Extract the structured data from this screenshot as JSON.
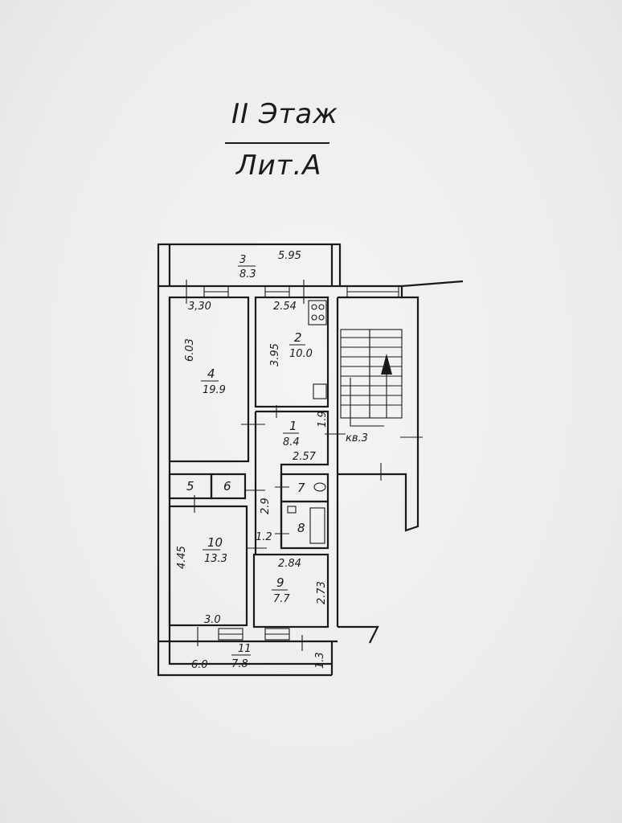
{
  "header": {
    "floor": "II Этаж",
    "lit": "Лит.А"
  },
  "rooms": [
    {
      "id": "r3",
      "number": "3",
      "area": "8.3",
      "dim": "5.95"
    },
    {
      "id": "r4",
      "number": "4",
      "area": "19.9",
      "dim_w": "3,30",
      "dim_h": "6.03"
    },
    {
      "id": "r2",
      "number": "2",
      "area": "10.0",
      "dim_w": "2.54",
      "dim_h": "3.95"
    },
    {
      "id": "r1",
      "number": "1",
      "area": "8.4",
      "dim_w": "2.57",
      "dim_h": "1.9"
    },
    {
      "id": "r5",
      "number": "5"
    },
    {
      "id": "r6",
      "number": "6"
    },
    {
      "id": "r7",
      "number": "7"
    },
    {
      "id": "r8",
      "number": "8"
    },
    {
      "id": "r10",
      "number": "10",
      "area": "13.3",
      "dim_w": "3.0",
      "dim_h": "4.45"
    },
    {
      "id": "r9",
      "number": "9",
      "area": "7.7",
      "dim_w": "2.84",
      "dim_h": "2.73"
    },
    {
      "id": "r11",
      "number": "11",
      "area": "7.8",
      "dim_w": "6.0",
      "dim_h": "1.3"
    }
  ],
  "extra_dims": {
    "corridor_w": "2.9",
    "corridor_small": "1.2"
  },
  "stair": {
    "label": "кв.3"
  }
}
